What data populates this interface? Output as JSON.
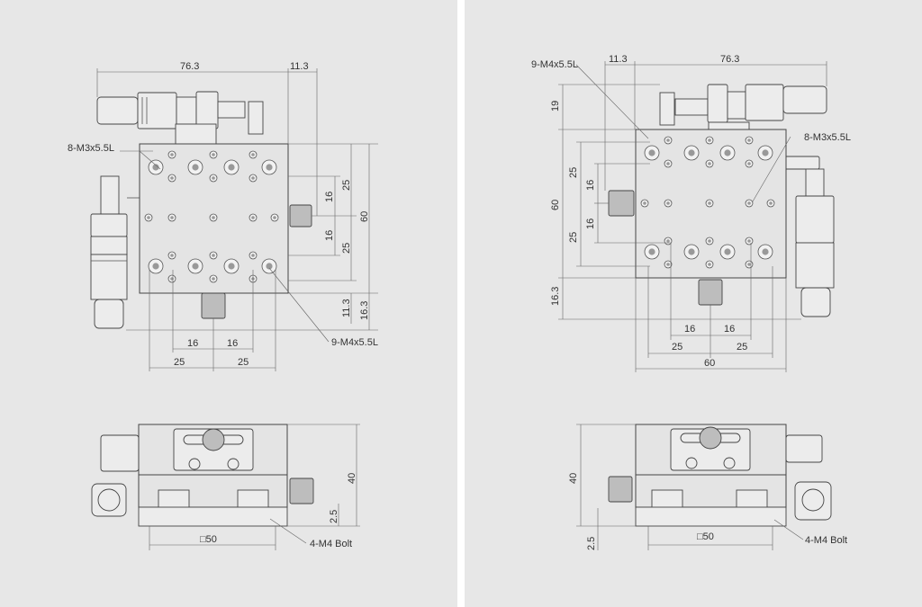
{
  "left": {
    "top_view": {
      "dims": {
        "total_width": "76.3",
        "offset_right": "11.3",
        "v25a": "25",
        "v25b": "25",
        "v16a": "16",
        "v16b": "16",
        "v60": "60",
        "v11_3": "11.3",
        "v16_3": "16.3",
        "h16a": "16",
        "h16b": "16",
        "h25a": "25",
        "h25b": "25"
      },
      "labels": {
        "holes_small": "8-M3x5.5L",
        "holes_large": "9-M4x5.5L"
      }
    },
    "side_view": {
      "dims": {
        "height": "40",
        "base": "2.5",
        "square": "□50"
      },
      "labels": {
        "bolt": "4-M4 Bolt"
      }
    }
  },
  "right": {
    "top_view": {
      "dims": {
        "total_width": "76.3",
        "offset_left": "11.3",
        "v19": "19",
        "v25a": "25",
        "v25b": "25",
        "v16a": "16",
        "v16b": "16",
        "v60": "60",
        "v16_3": "16.3",
        "h16a": "16",
        "h16b": "16",
        "h25a": "25",
        "h25b": "25",
        "h60": "60"
      },
      "labels": {
        "holes_large": "9-M4x5.5L",
        "holes_small": "8-M3x5.5L"
      }
    },
    "side_view": {
      "dims": {
        "height": "40",
        "base": "2.5",
        "square": "□50"
      },
      "labels": {
        "bolt": "4-M4 Bolt"
      }
    }
  }
}
